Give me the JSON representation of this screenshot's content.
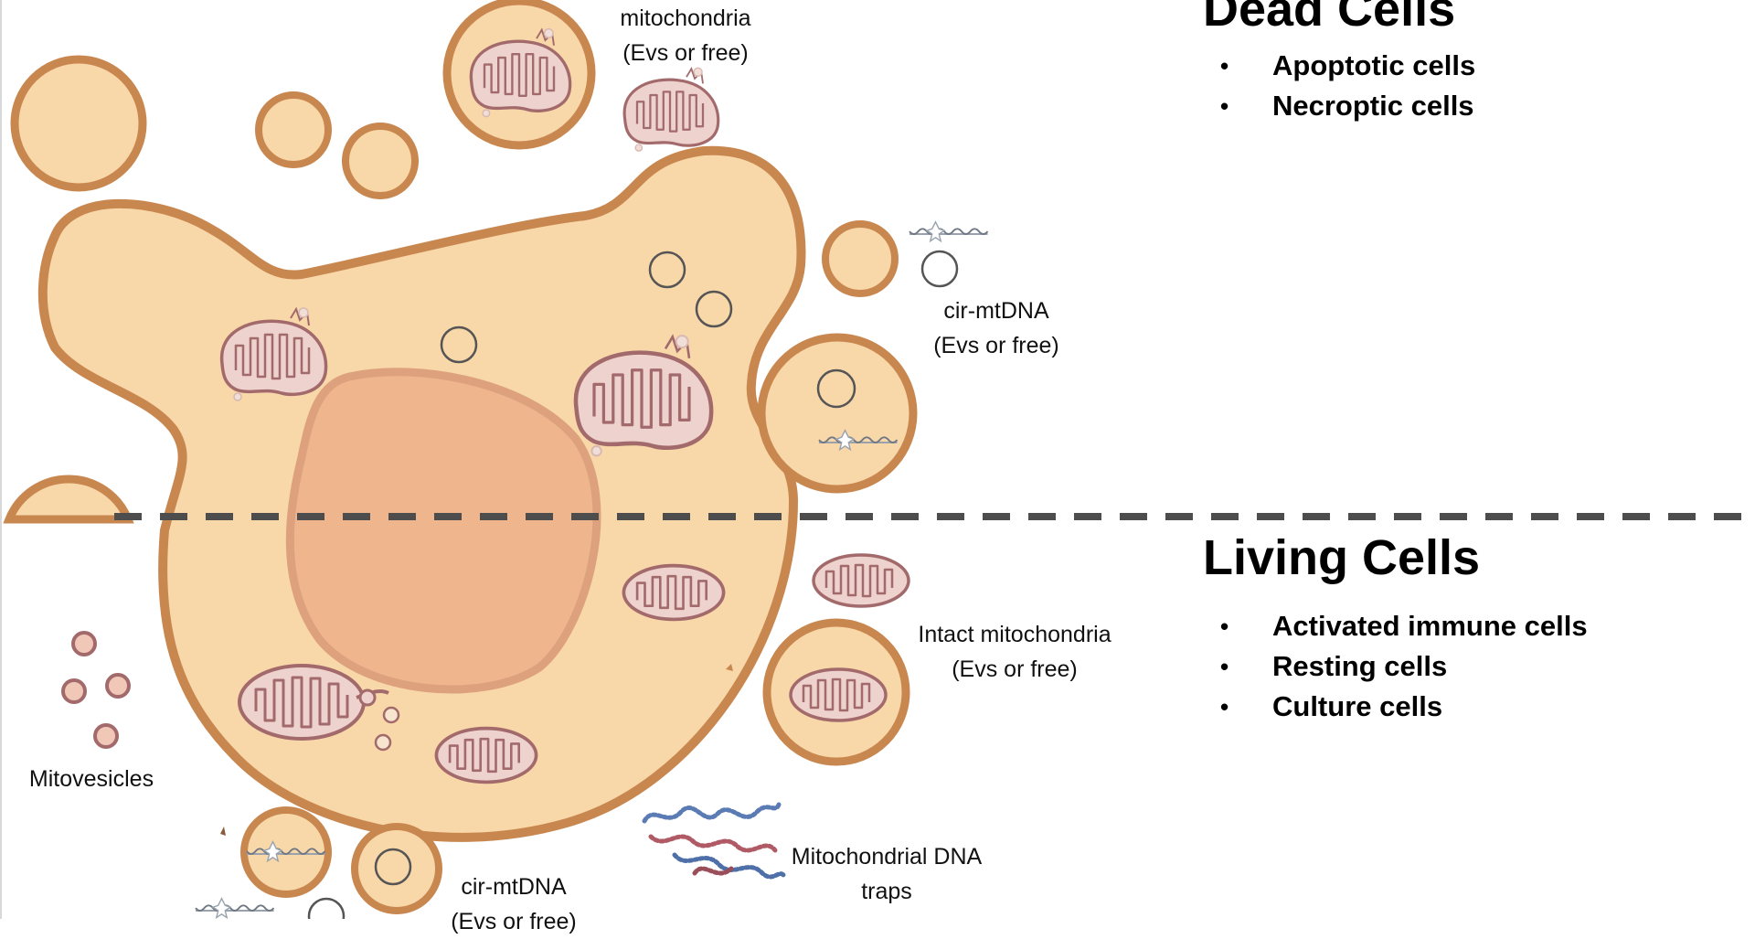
{
  "colors": {
    "cytoplasm": "#f8d7a9",
    "membrane": "#c98750",
    "nucleus": "#efb68e",
    "nucleus_border": "#dda27d",
    "mito_fill": "#eed2cd",
    "mito_stroke": "#a36a6c",
    "divider": "#4d4d4d",
    "text": "#111111"
  },
  "sections": {
    "dead": {
      "heading": "Dead Cells",
      "items": [
        "Apoptotic cells",
        "Necroptic cells"
      ]
    },
    "living": {
      "heading": "Living Cells",
      "items": [
        "Activated immune cells",
        "Resting cells",
        "Culture cells"
      ]
    }
  },
  "labels": {
    "damaged_mito_line1": "mitochondria",
    "damaged_mito_line2": "(Evs or free)",
    "cir_mtdna_top_line1": "cir-mtDNA",
    "cir_mtdna_top_line2": "(Evs or free)",
    "intact_mito_line1": "Intact mitochondria",
    "intact_mito_line2": "(Evs or free)",
    "mitovesicles": "Mitovesicles",
    "mito_dna_traps_line1": "Mitochondrial DNA",
    "mito_dna_traps_line2": "traps",
    "cir_mtdna_bottom_line1": "cir-mtDNA",
    "cir_mtdna_bottom_line2": "(Evs or free)"
  }
}
